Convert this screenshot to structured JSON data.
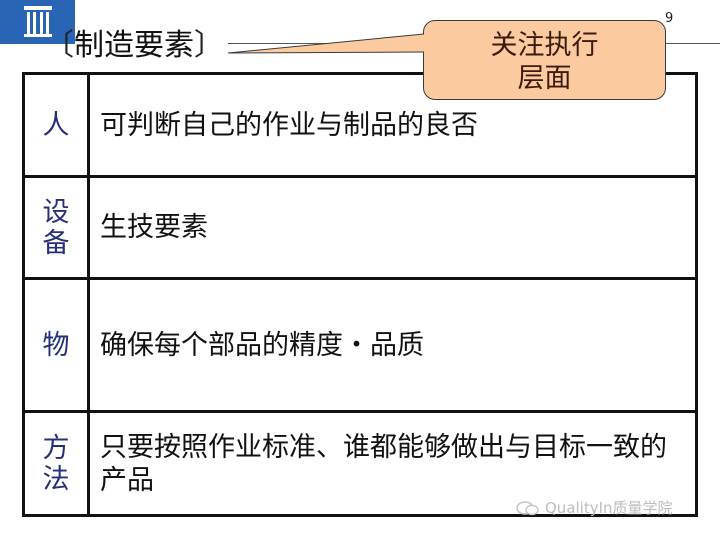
{
  "header": {
    "logo": "building-pillars-icon",
    "title_open_bracket": "〔",
    "title": "制造要素",
    "title_close_bracket": "〕",
    "page_number": "9"
  },
  "callout": {
    "line1": "关注执行",
    "line2": "层面",
    "fill_color": "#fbcb9f",
    "text_color": "#3b1a10"
  },
  "table": {
    "label_color": "#26307a",
    "rows": [
      {
        "label": "人",
        "text": "可判断自己的作业与制品的良否"
      },
      {
        "label": "设备",
        "text": "生技要素"
      },
      {
        "label": "物",
        "text": "确保每个部品的精度・品质"
      },
      {
        "label": "方法",
        "text": "只要按照作业标准、谁都能够做出与目标一致的产品"
      }
    ]
  },
  "watermark": {
    "icon": "wechat-icon",
    "text": "QualityIn质量学院"
  },
  "colors": {
    "logo_blue": "#2a64b4",
    "border": "#111111"
  }
}
